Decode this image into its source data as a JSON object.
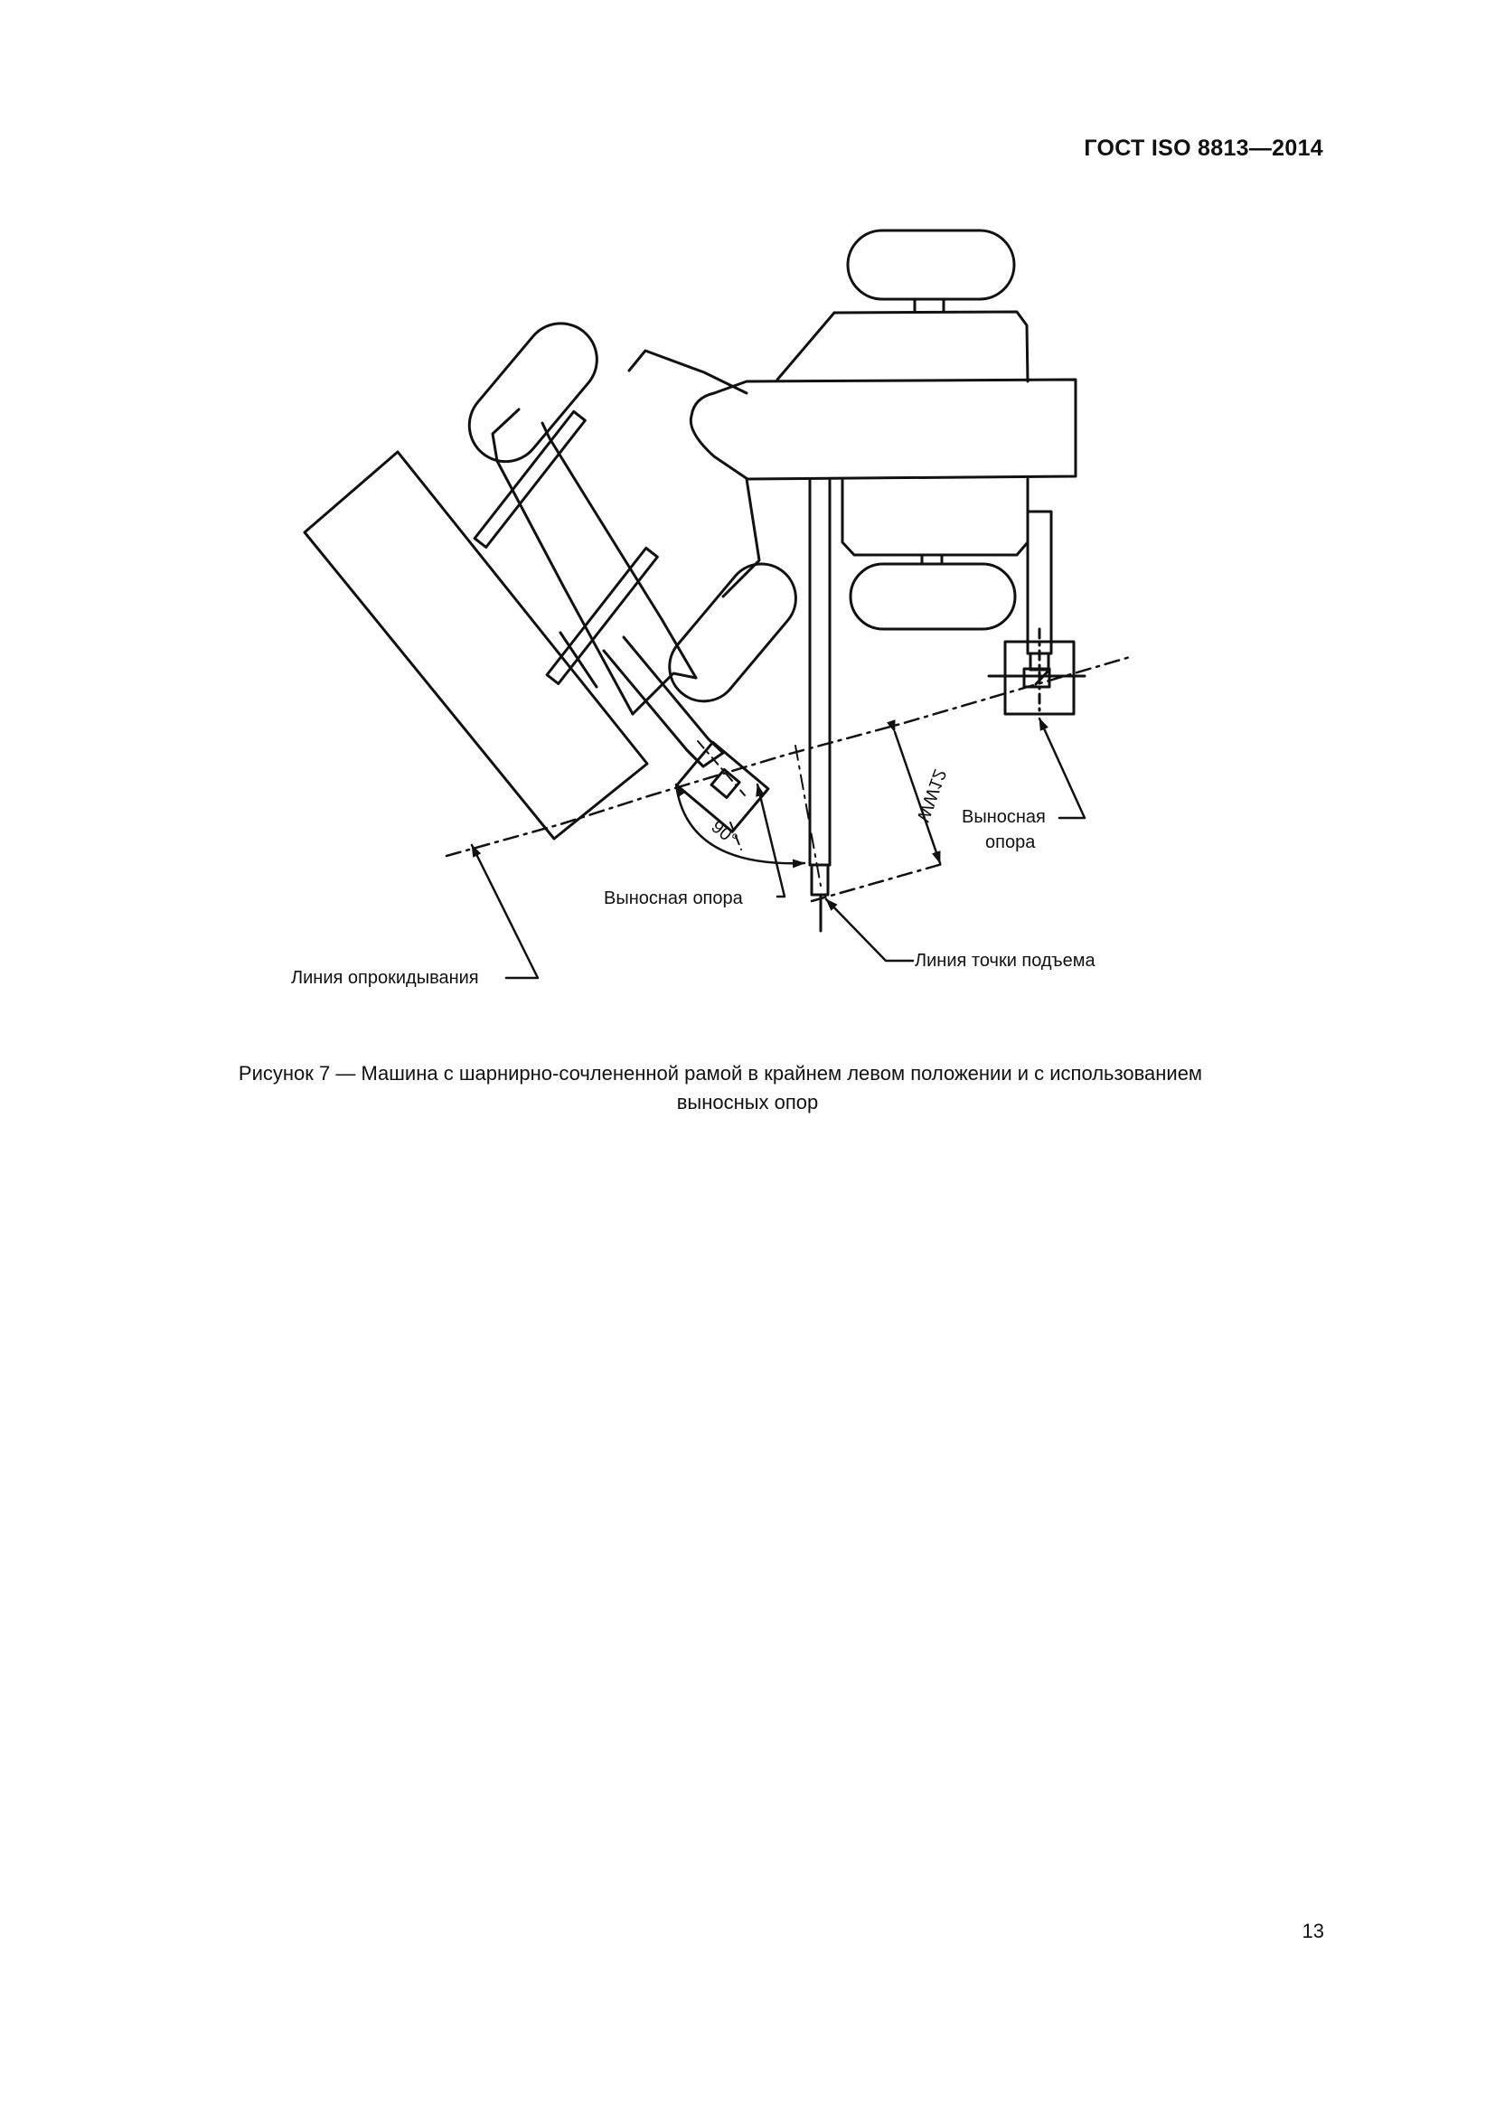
{
  "header": {
    "standard": "ГОСТ ISO 8813—2014"
  },
  "figure": {
    "labels": {
      "outrigger_right_line1": "Выносная",
      "outrigger_right_line2": "опора",
      "outrigger_left": "Выносная опора",
      "tipping_line": "Линия опрокидывания",
      "lift_point_line": "Линия точки подъема",
      "angle": "90°",
      "dimension": "WW12"
    },
    "icons": [
      "articulated-machine-drawing",
      "tipping-line-dashdot",
      "dimension-arrow",
      "leader-arrow"
    ]
  },
  "caption": {
    "line1": "Рисунок 7 — Машина с шарнирно-сочлененной рамой в крайнем левом положении и с использованием",
    "line2": "выносных  опор"
  },
  "page": {
    "number": "13"
  }
}
